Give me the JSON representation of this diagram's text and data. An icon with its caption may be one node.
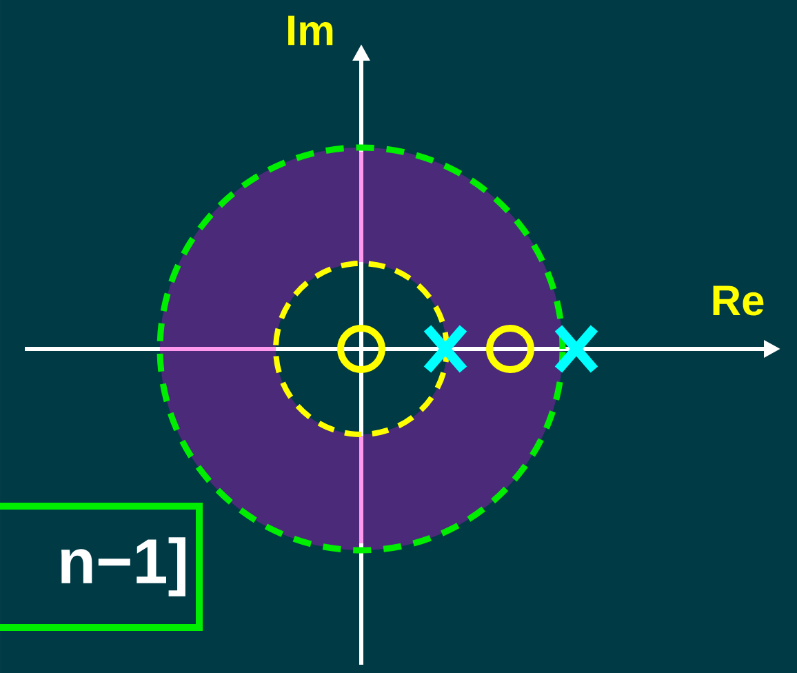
{
  "diagram": {
    "nodes": [
      {
        "text": [
          "n−1]"
        ]
      }
    ],
    "labels": [
      "Im",
      "Re"
    ]
  }
}
